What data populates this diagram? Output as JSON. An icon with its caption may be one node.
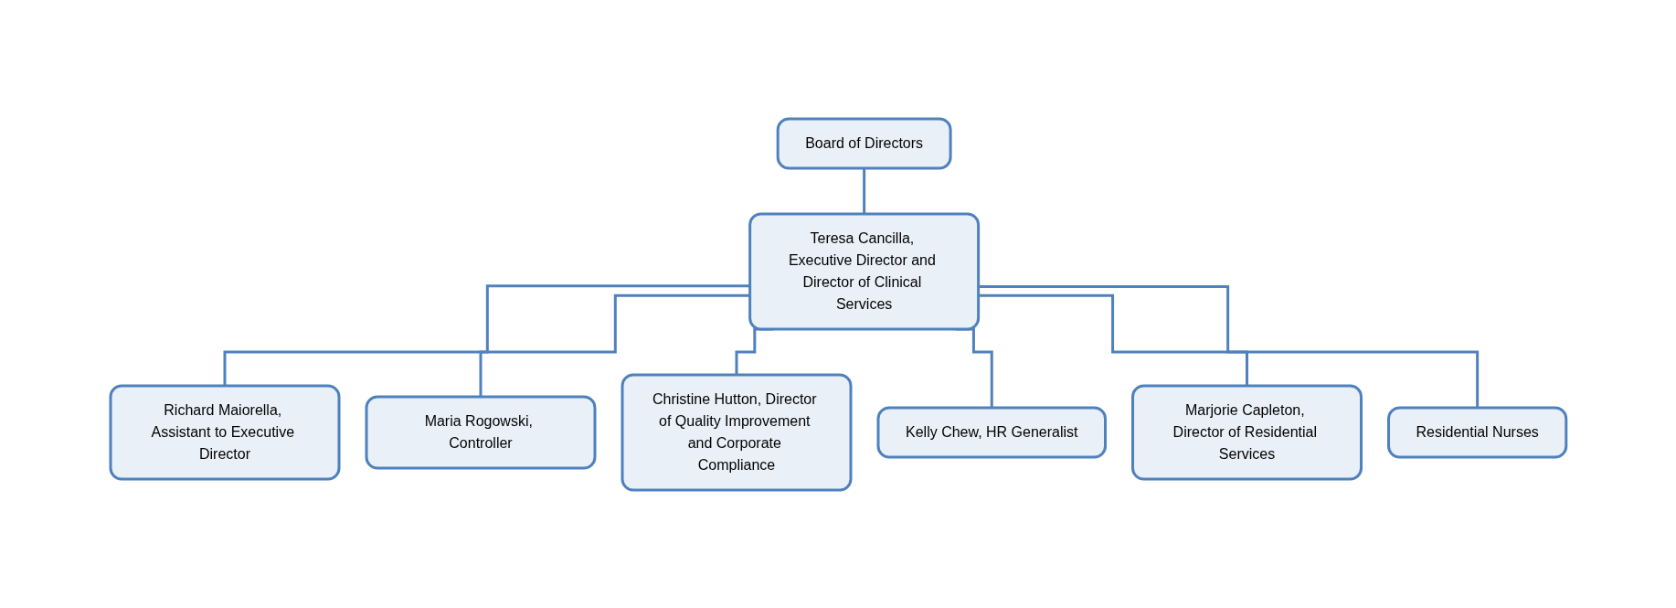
{
  "diagram": {
    "nodes": [
      {
        "text": [
          "Board of Directors"
        ]
      },
      {
        "text": [
          "Teresa Cancilla, Executive Director and Director of Clinical Services"
        ]
      },
      {
        "text": [
          "Richard Maiorella, Assistant to Executive Director"
        ]
      },
      {
        "text": [
          "Maria Rogowski, Controller"
        ]
      },
      {
        "text": [
          "Christine Hutton, Director of Quality Improvement and Corporate Compliance"
        ]
      },
      {
        "text": [
          "Kelly Chew, HR Generalist"
        ]
      },
      {
        "text": [
          "Marjorie Capleton, Director of Residential Services"
        ]
      },
      {
        "text": [
          "Residential Nurses"
        ]
      }
    ],
    "edges": [
      {
        "from": 0,
        "to": 1,
        "arrow": "none"
      },
      {
        "from": 1,
        "to": 2,
        "arrow": "none"
      },
      {
        "from": 1,
        "to": 3,
        "arrow": "none"
      },
      {
        "from": 1,
        "to": 4,
        "arrow": "none"
      },
      {
        "from": 1,
        "to": 5,
        "arrow": "none"
      },
      {
        "from": 1,
        "to": 6,
        "arrow": "none"
      },
      {
        "from": 1,
        "to": 7,
        "arrow": "none"
      }
    ]
  }
}
